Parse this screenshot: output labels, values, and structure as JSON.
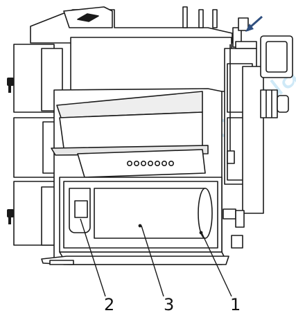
{
  "watermark": {
    "text": "voltar.com.ua",
    "color": "#a9d8f2"
  },
  "callouts": [
    {
      "label": "2"
    },
    {
      "label": "3"
    },
    {
      "label": "1"
    }
  ],
  "colors": {
    "line": "#1a1a1a",
    "fill": "#ffffff",
    "shade": "#e6e6e6",
    "accent_arrow": "#2f4f7f"
  }
}
